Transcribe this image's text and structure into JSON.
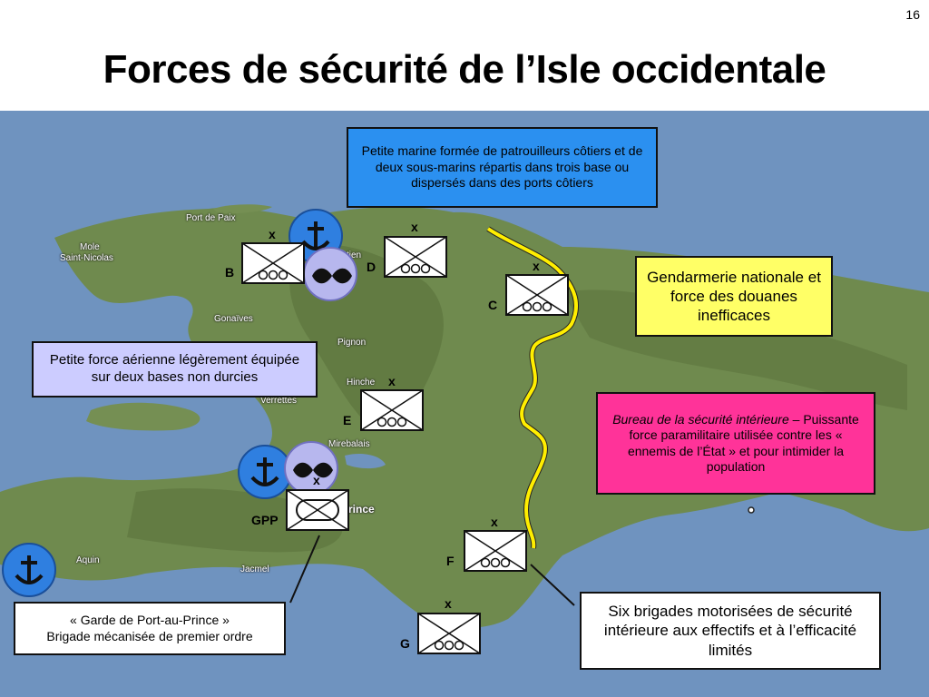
{
  "page_number": "16",
  "title": "Forces de sécurité de l’Isle occidentale",
  "places": {
    "port_de_paix": "Port de Paix",
    "mole_1": "Mole",
    "mole_2": "Saint-Nicolas",
    "cap_haitien": "tien",
    "gonaives": "Gonaïves",
    "pignon": "Pignon",
    "hinche": "Hinche",
    "verrettes": "Verrettes",
    "mirebalais": "Mirebalais",
    "port_au_prince": "rince",
    "aquin": "Aquin",
    "jacmel": "Jacmel"
  },
  "callouts": {
    "navy": "Petite marine formée de patrouilleurs côtiers et de deux sous-marins répartis dans trois base ou dispersés dans des ports côtiers",
    "gendarmerie": "Gendarmerie nationale et force des douanes inefficaces",
    "airforce": "Petite force aérienne légèrement équipée sur deux bases non durcies",
    "bsi_title": "Bureau de la sécurité intérieure",
    "bsi_text": " – Puissante force paramilitaire utilisée contre les « ennemis de l’État » et pour intimider la population",
    "gpp_line1": "« Garde de Port-au-Prince »",
    "gpp_line2": "Brigade mécanisée de premier ordre",
    "six_brigades": "Six brigades motorisées de sécurité intérieure aux effectifs et à l’efficacité limités"
  },
  "units": {
    "echelon_mark": "x",
    "B": "B",
    "C": "C",
    "D": "D",
    "E": "E",
    "F": "F",
    "G": "G",
    "GPP": "GPP"
  },
  "colors": {
    "ocean": "#6f93bf",
    "land": "#6f8a4e",
    "border": "#ffee00",
    "navy_box": "#2b90f0",
    "gendarmerie_box": "#ffff66",
    "airforce_box": "#ccccff",
    "bsi_box": "#ff3399"
  },
  "icons": [
    "anchor-icon",
    "airforce-wings-icon",
    "infantry-brigade-symbol",
    "mechanized-brigade-symbol"
  ]
}
